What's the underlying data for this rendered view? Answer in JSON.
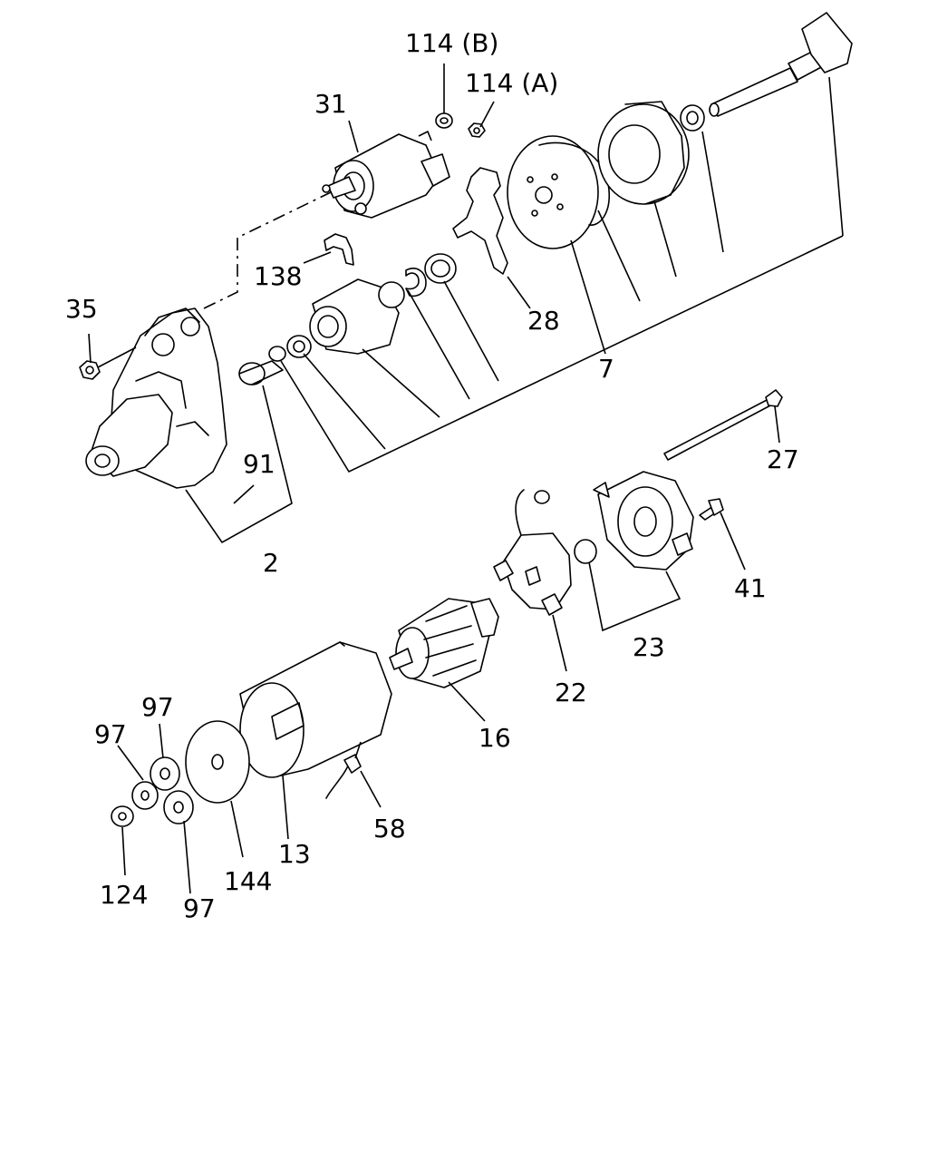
{
  "labels": {
    "l114b": "114 (B)",
    "l114a": "114 (A)",
    "l31": "31",
    "l138": "138",
    "l35": "35",
    "l28": "28",
    "l7": "7",
    "l91": "91",
    "l2": "2",
    "l27": "27",
    "l41": "41",
    "l23": "23",
    "l22": "22",
    "l16": "16",
    "l97a": "97",
    "l97b": "97",
    "l97c": "97",
    "l58": "58",
    "l13": "13",
    "l124": "124",
    "l144": "144"
  }
}
